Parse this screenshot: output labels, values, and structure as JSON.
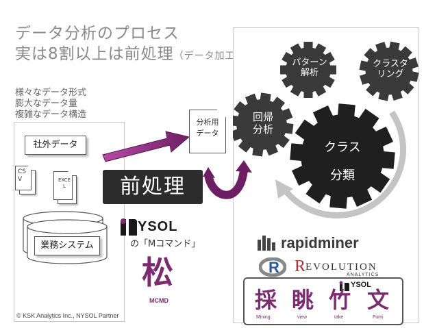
{
  "title": {
    "line1": "データ分析のプロセス",
    "line2": "実は8割以上は前処理",
    "line2_small": "（データ加工）"
  },
  "subtitle_lines": [
    "様々なデータ形式",
    "膨大なデータ量",
    "複雑なデータ構造"
  ],
  "left_box": {
    "header": "社外データ",
    "doc1": "CS\nV",
    "doc2": "EXCE\nL",
    "db_label": "業務システム"
  },
  "analysis_doc": "分析用\nデータ",
  "preprocess_label": "前処理",
  "gears": {
    "pattern": "パターン\n解析",
    "cluster": "クラスタ\nリング",
    "regression": "回帰\n分析",
    "classification_1": "クラス",
    "classification_2": "分類"
  },
  "nysol": {
    "logo_text": "YSOL",
    "mcmd_caption": "の「Mコマンド」",
    "mcmd_kanji": "松",
    "mcmd_label": "MCMD"
  },
  "tools": {
    "rapidminer": "rapidminer",
    "r": "R",
    "revolution_1": "R",
    "revolution_2": "EVOLUTION",
    "revolution_3": "ANALYTICS"
  },
  "tool_set": {
    "logo_text": "YSOL",
    "kanji": [
      "採",
      "眺",
      "竹",
      "文"
    ],
    "captions": [
      "Mining",
      "view",
      "take",
      "Fumi"
    ]
  },
  "footer": "© KSK Analytics Inc., NYSOL Partner",
  "colors": {
    "gear_dark": "#3a3a3a",
    "gear_big": "#1f1f1f",
    "arrow": "#8b2a7e",
    "accent_purple": "#7a2c6e",
    "cycle_arrow": "#c4c4c4"
  }
}
